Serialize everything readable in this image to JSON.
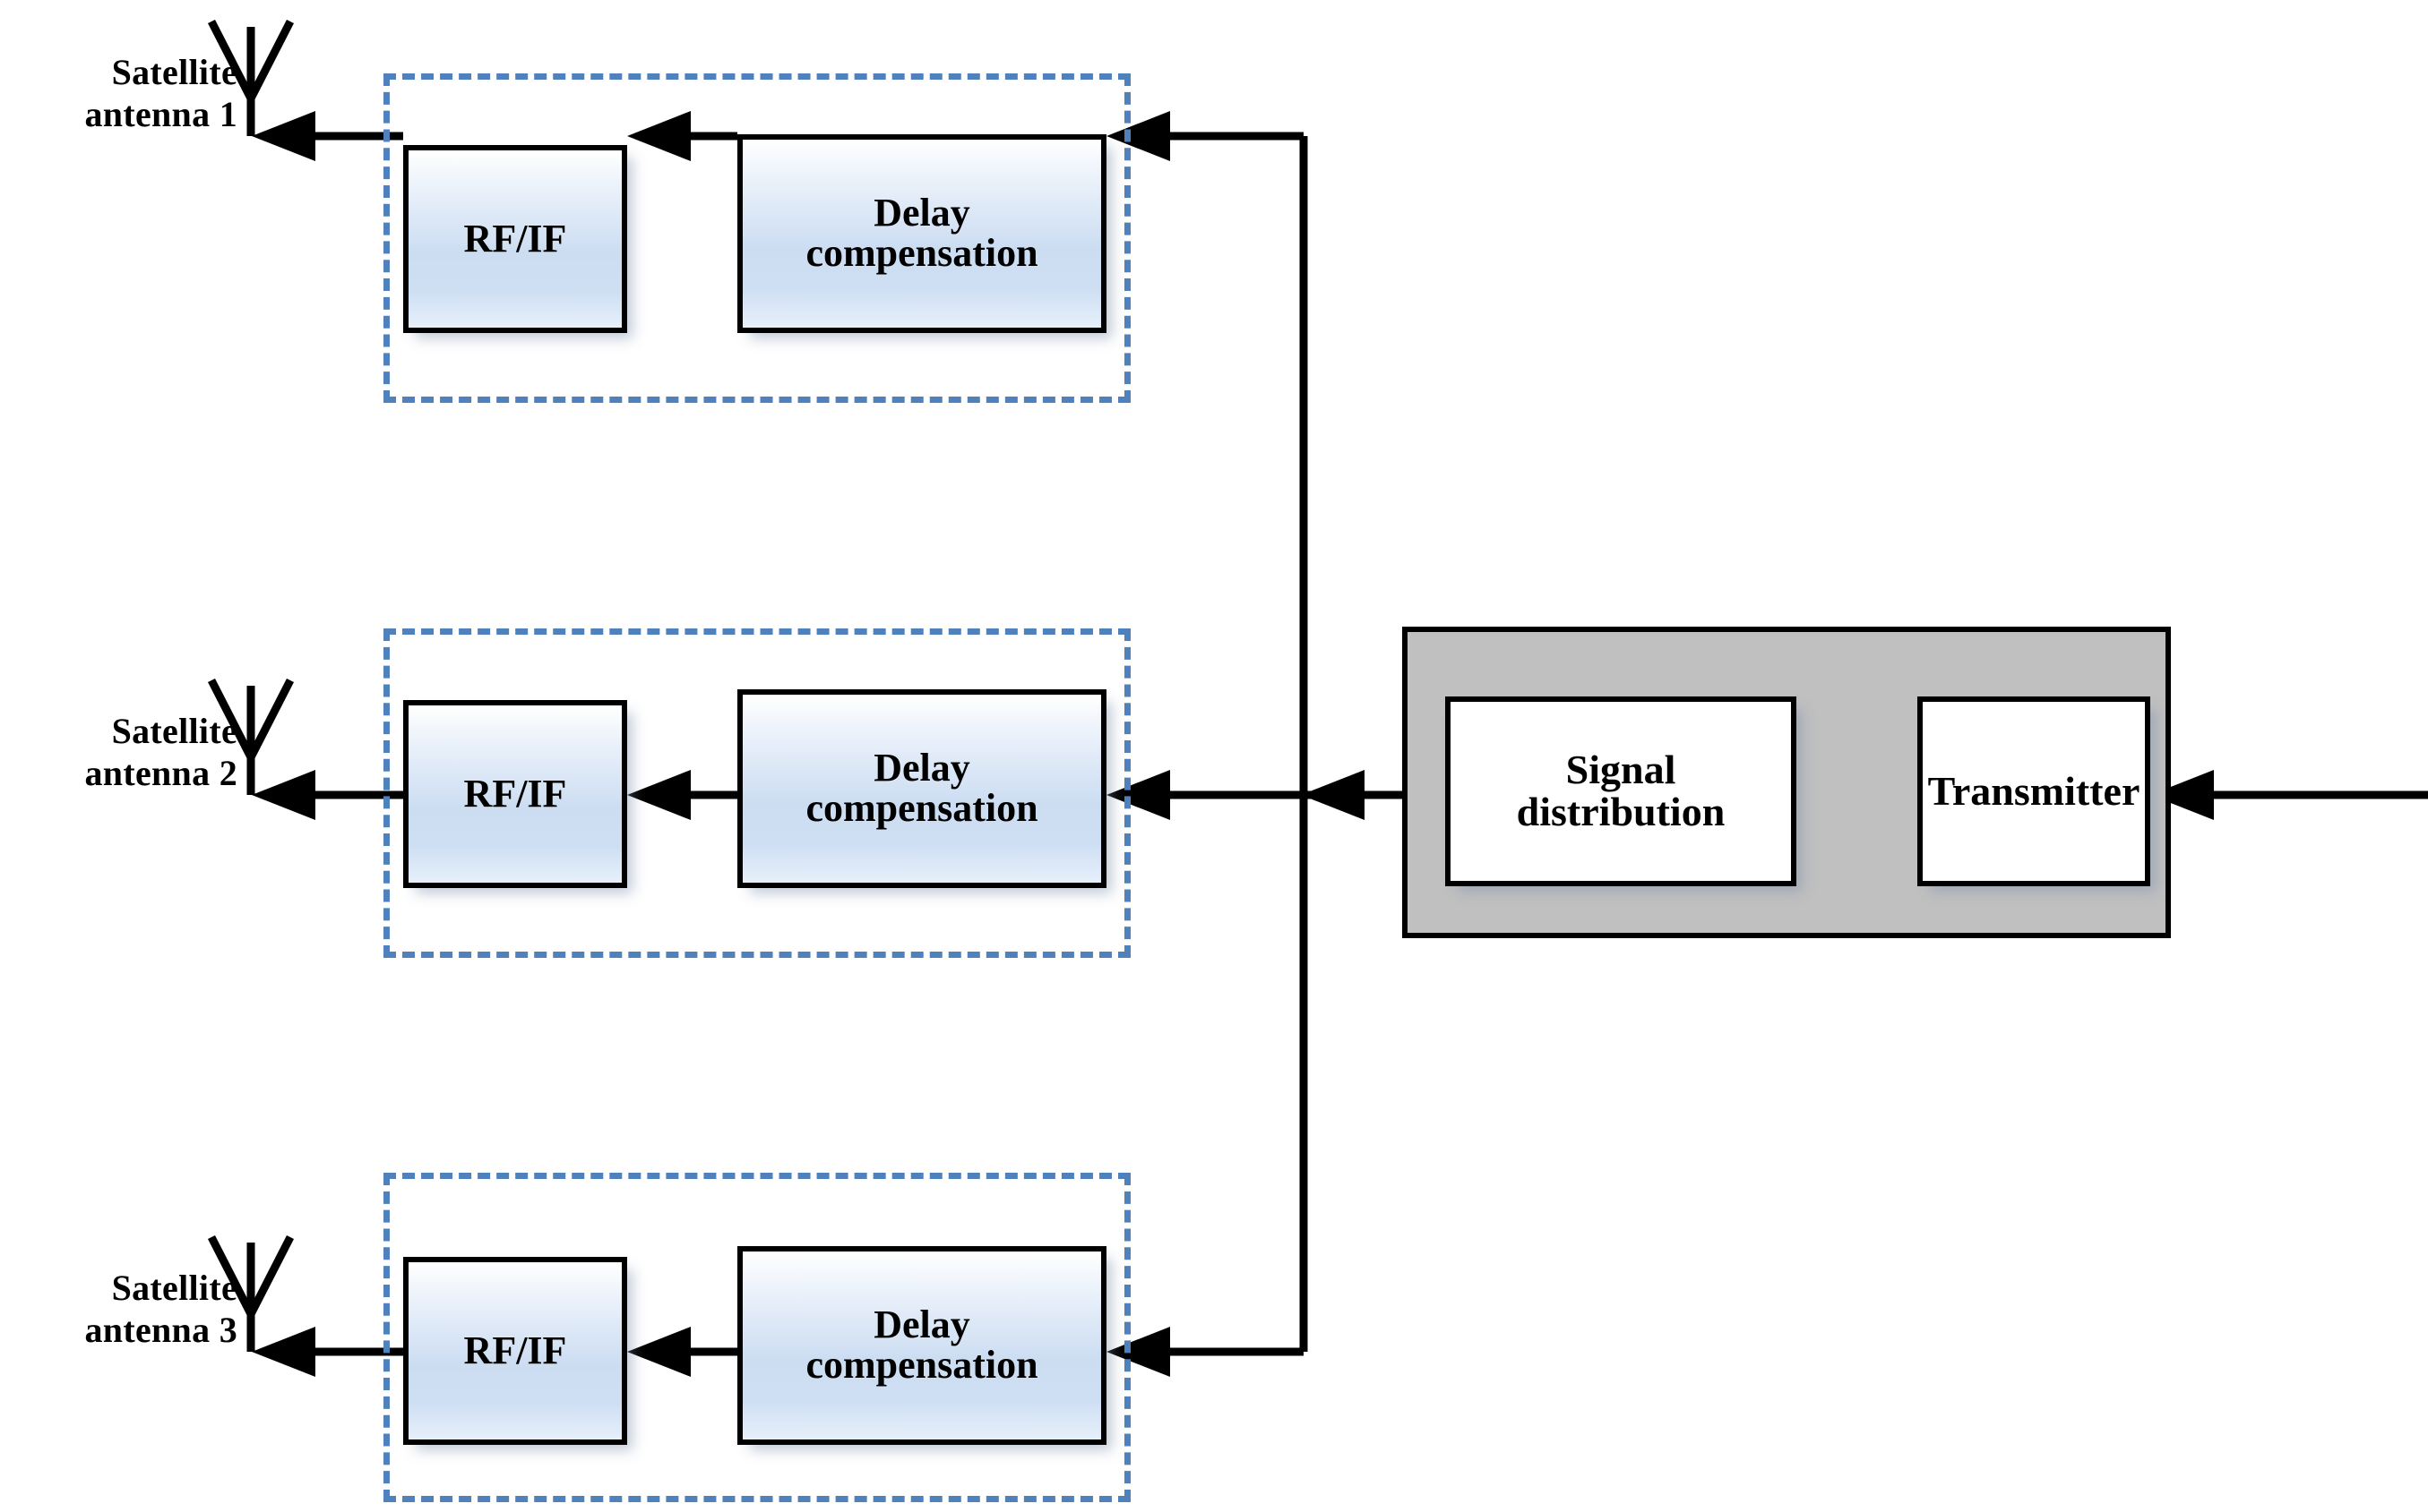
{
  "diagram": {
    "title": "Satellite multi-antenna transmit chain block diagram",
    "colors": {
      "dashed_border": "#4F81BD",
      "block_fill_top": "#FFFFFF",
      "block_fill_bottom": "#CCDDF2",
      "system_container_fill": "#C0C0C0",
      "line": "#000000"
    },
    "branches": [
      {
        "antenna_label": "Satellite\nantenna 1",
        "antenna_icon": "antenna-icon",
        "blocks": [
          {
            "label": "RF/IF",
            "name": "rf-if-block"
          },
          {
            "label": "Delay\ncompensation",
            "name": "delay-compensation-block"
          }
        ]
      },
      {
        "antenna_label": "Satellite\nantenna 2",
        "antenna_icon": "antenna-icon",
        "blocks": [
          {
            "label": "RF/IF",
            "name": "rf-if-block"
          },
          {
            "label": "Delay\ncompensation",
            "name": "delay-compensation-block"
          }
        ]
      },
      {
        "antenna_label": "Satellite\nantenna 3",
        "antenna_icon": "antenna-icon",
        "blocks": [
          {
            "label": "RF/IF",
            "name": "rf-if-block"
          },
          {
            "label": "Delay\ncompensation",
            "name": "delay-compensation-block"
          }
        ]
      }
    ],
    "system": {
      "signal_distribution": "Signal\ndistribution",
      "transmitter": "Transmitter"
    },
    "flow_direction": "right-to-left"
  }
}
